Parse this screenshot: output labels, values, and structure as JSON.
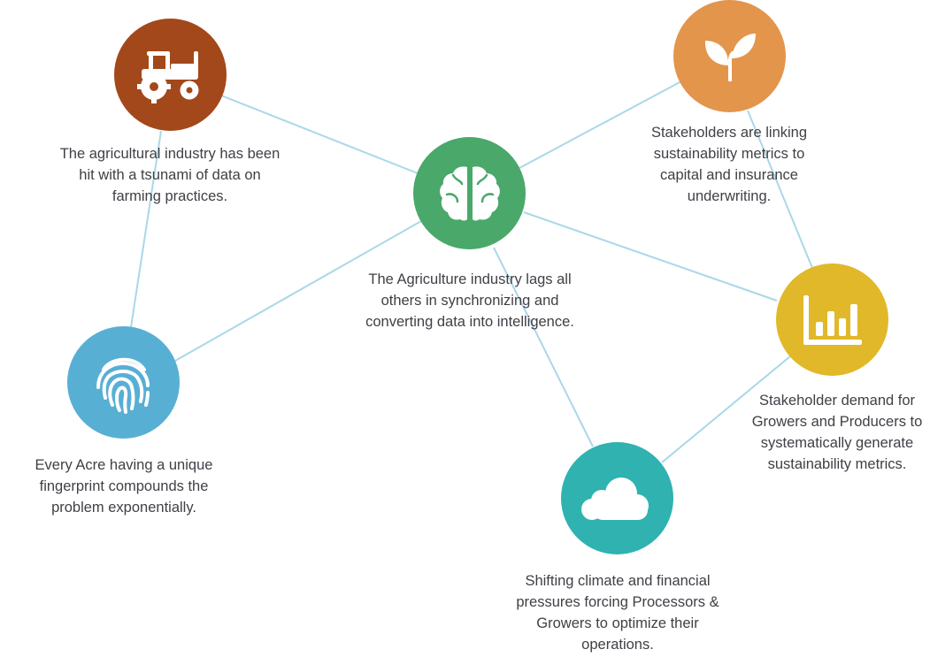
{
  "colors": {
    "edge": "#a9d8e8",
    "tractor": "#a3481a",
    "sprout": "#e3954c",
    "brain": "#4aa86a",
    "fingerprint": "#58afd4",
    "chart": "#e1b82a",
    "cloud": "#2fb2b0"
  },
  "nodes": {
    "tractor": {
      "icon": "tractor-icon",
      "lines": [
        "The agricultural industry has been",
        "hit with a tsunami of data on",
        "farming practices."
      ]
    },
    "sprout": {
      "icon": "sprout-icon",
      "lines": [
        "Stakeholders are linking",
        "sustainability metrics to",
        "capital and insurance",
        "underwriting."
      ]
    },
    "brain": {
      "icon": "brain-icon",
      "lines": [
        "The Agriculture industry lags all",
        "others in synchronizing and",
        "converting data into intelligence."
      ]
    },
    "fingerprint": {
      "icon": "fingerprint-icon",
      "lines": [
        "Every Acre having a unique",
        "fingerprint compounds the",
        "problem exponentially."
      ]
    },
    "chart": {
      "icon": "bar-chart-icon",
      "lines": [
        "Stakeholder demand for",
        "Growers and Producers to",
        "systematically generate",
        "sustainability metrics."
      ]
    },
    "cloud": {
      "icon": "cloud-icon",
      "lines": [
        "Shifting climate and financial",
        "pressures forcing Processors &",
        "Growers to optimize their",
        "operations."
      ]
    }
  }
}
